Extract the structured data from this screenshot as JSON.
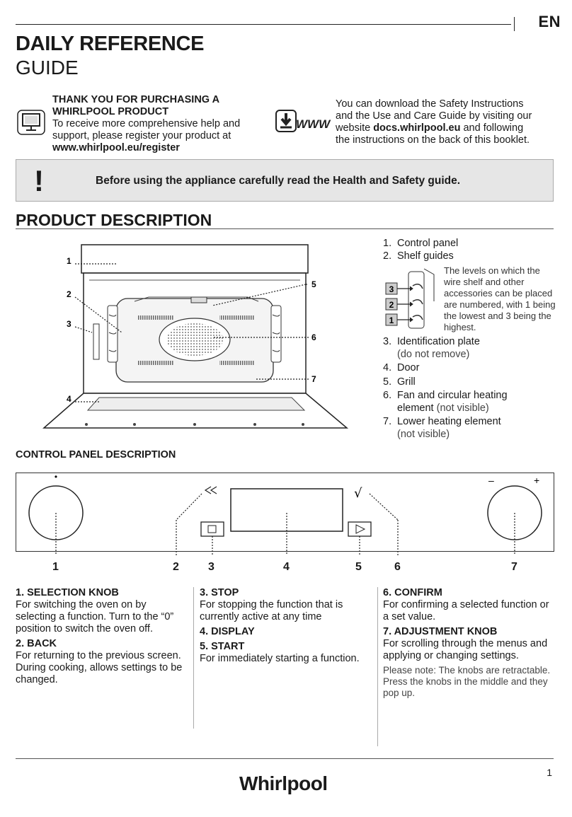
{
  "header": {
    "language": "EN",
    "title_line1": "DAILY REFERENCE",
    "title_line2": "GUIDE"
  },
  "intro": {
    "left_heading1": "THANK YOU FOR PURCHASING A",
    "left_heading2": "WHIRLPOOL PRODUCT",
    "left_body1": "To receive more comprehensive help and",
    "left_body2": "support, please register your product at",
    "left_link": "www.whirlpool.eu/register",
    "right_line1": "You can download the Safety Instructions",
    "right_line2": "and the Use and Care Guide by visiting our",
    "right_line3_pre": "website ",
    "right_line3_bold": "docs.whirlpool.eu",
    "right_line3_post": " and following",
    "right_line4": "the instructions on the back of this booklet.",
    "www_label": "WWW"
  },
  "warning": {
    "symbol": "!",
    "text": "Before using the appliance carefully read the Health and Safety guide."
  },
  "product": {
    "heading": "PRODUCT DESCRIPTION",
    "items": [
      {
        "n": "1.",
        "label": "Control panel",
        "note": ""
      },
      {
        "n": "2.",
        "label": "Shelf guides",
        "note": ""
      },
      {
        "n": "3.",
        "label": "Identification plate",
        "note": "(do not remove)"
      },
      {
        "n": "4.",
        "label": "Door",
        "note": ""
      },
      {
        "n": "5.",
        "label": "Grill",
        "note": ""
      },
      {
        "n": "6.",
        "label": "Fan and circular heating",
        "label2": "element",
        "note": "(not visible)"
      },
      {
        "n": "7.",
        "label": "Lower heating element",
        "note": "(not visible)"
      }
    ],
    "shelf_note": "The levels on which the wire shelf and other accessories can be placed are numbered, with 1 being the lowest and 3 being the highest.",
    "shelf_levels": [
      "3",
      "2",
      "1"
    ],
    "diagram_labels": [
      "1",
      "2",
      "3",
      "4",
      "5",
      "6",
      "7"
    ]
  },
  "control_panel": {
    "heading": "CONTROL PANEL DESCRIPTION",
    "minus": "–",
    "plus": "+",
    "dot": "•",
    "confirm_symbol": "√",
    "numbers": [
      "1",
      "2",
      "3",
      "4",
      "5",
      "6",
      "7"
    ]
  },
  "descriptions": {
    "col1": [
      {
        "h": "1. SELECTION KNOB",
        "b": "For switching the oven on by selecting a function. Turn to the “0” position to switch the oven off."
      },
      {
        "h": "2. BACK",
        "b": "For returning to the previous screen. During cooking, allows settings to be changed."
      }
    ],
    "col2": [
      {
        "h": "3. STOP",
        "b": "For stopping the function that is currently active at any time"
      },
      {
        "h": "4. DISPLAY",
        "b": ""
      },
      {
        "h": "5. START",
        "b": "For immediately starting a function."
      }
    ],
    "col3": [
      {
        "h": "6. CONFIRM",
        "b": "For confirming a selected function or a set value."
      },
      {
        "h": "7. ADJUSTMENT KNOB",
        "b": "For scrolling through the menus and applying or changing settings."
      }
    ],
    "note": "Please note: The knobs are retractable. Press the knobs in the middle and they pop up."
  },
  "footer": {
    "page_number": "1",
    "brand": "Whirlpool"
  }
}
